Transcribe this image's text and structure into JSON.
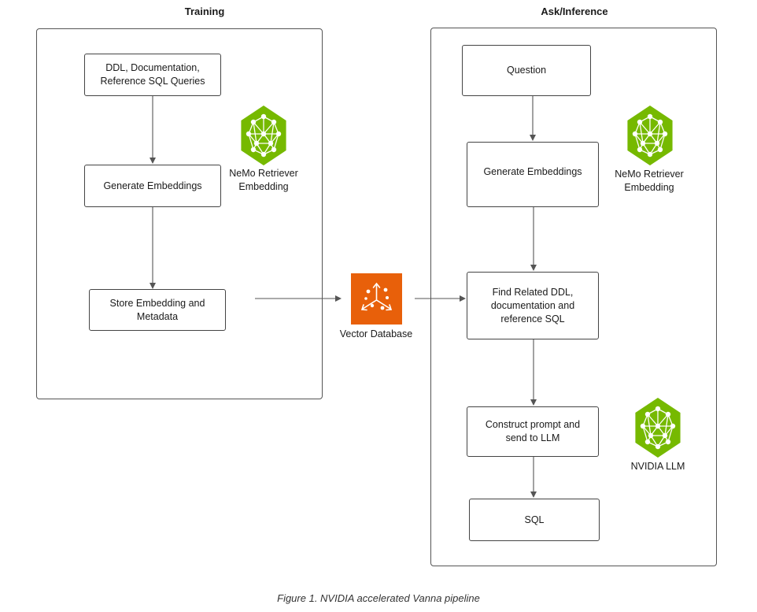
{
  "sections": {
    "training": {
      "title": "Training"
    },
    "inference": {
      "title": "Ask/Inference"
    }
  },
  "training": {
    "source_node": "DDL, Documentation,\nReference SQL Queries",
    "embed_node": "Generate Embeddings",
    "store_node": "Store Embedding and\nMetadata",
    "embedding_model_label": "NeMo Retriever\nEmbedding"
  },
  "vector_db": {
    "label": "Vector Database"
  },
  "inference": {
    "question_node": "Question",
    "embed_node": "Generate Embeddings",
    "find_node": "Find Related DDL,\ndocumentation and\nreference SQL",
    "prompt_node": "Construct prompt and\nsend to LLM",
    "sql_node": "SQL",
    "embedding_model_label": "NeMo Retriever\nEmbedding",
    "llm_label": "NVIDIA LLM"
  },
  "caption": "Figure 1. NVIDIA accelerated Vanna pipeline",
  "colors": {
    "nvidia_green": "#76b900",
    "vector_orange": "#e8600a",
    "edge": "#555555"
  }
}
